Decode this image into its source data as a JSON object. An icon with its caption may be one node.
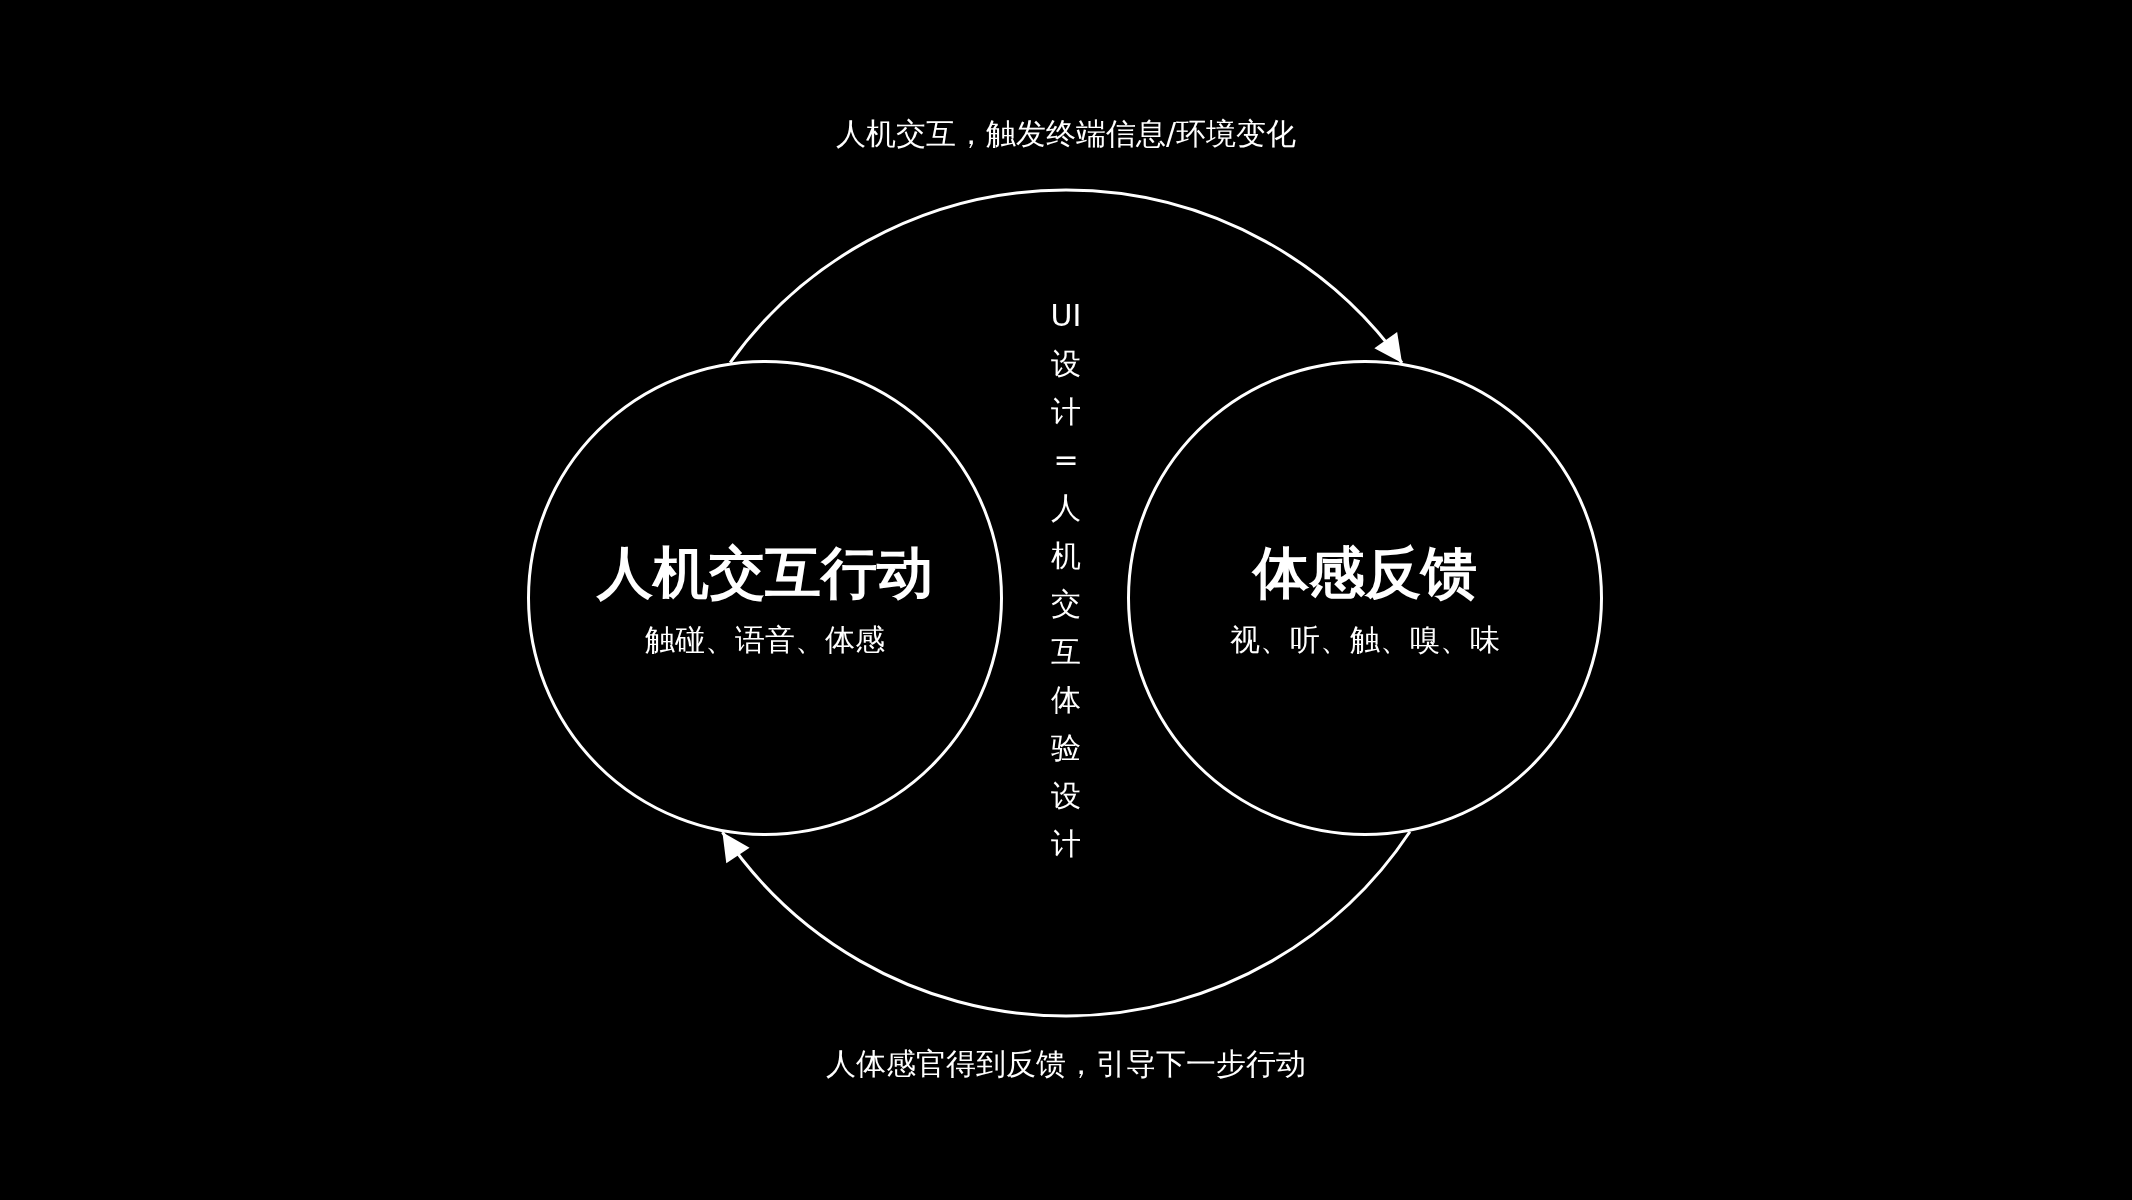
{
  "diagram": {
    "nodes": [
      {
        "text": [
          "人机交互行动",
          "触碰、语音、体感"
        ]
      },
      {
        "text": [
          "体感反馈",
          "视、听、触、嗅、味"
        ]
      }
    ],
    "edges": [
      {
        "from": 0,
        "to": 1,
        "arrow": "to",
        "label": "人机交互，触发终端信息/环境变化"
      },
      {
        "from": 1,
        "to": 0,
        "arrow": "to",
        "label": "人体感官得到反馈，引导下一步行动"
      }
    ],
    "labels": [
      "UI设计=人机交互体验设计"
    ]
  }
}
